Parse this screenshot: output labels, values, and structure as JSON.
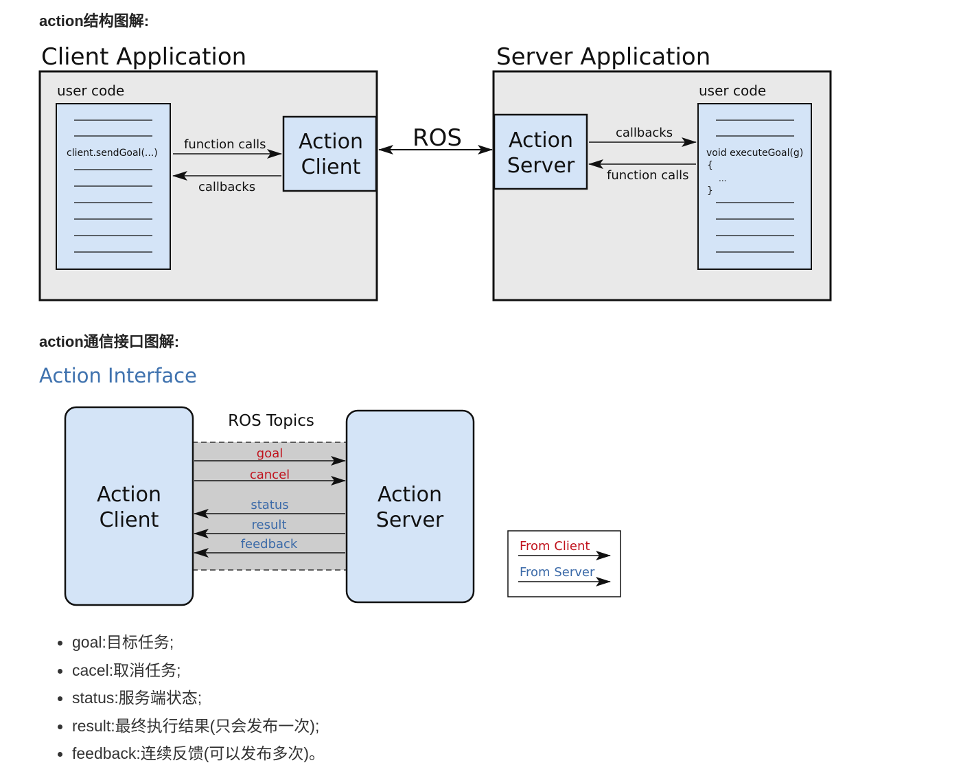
{
  "headings": {
    "structure": "action结构图解:",
    "interface": "action通信接口图解:"
  },
  "structure_diagram": {
    "client_app": {
      "title": "Client Application",
      "user_code_label": "user code",
      "code_line": "client.sendGoal(...)",
      "box_line1": "Action",
      "box_line2": "Client",
      "arrow_top": "function calls",
      "arrow_bottom": "callbacks"
    },
    "link_label": "ROS",
    "server_app": {
      "title": "Server Application",
      "user_code_label": "user code",
      "code_line1": "void executeGoal(g)",
      "code_line2": "{",
      "code_line3": "...",
      "code_line4": "}",
      "box_line1": "Action",
      "box_line2": "Server",
      "arrow_top": "callbacks",
      "arrow_bottom": "function calls"
    }
  },
  "interface_diagram": {
    "title": "Action Interface",
    "topics_label": "ROS Topics",
    "client_line1": "Action",
    "client_line2": "Client",
    "server_line1": "Action",
    "server_line2": "Server",
    "topics": {
      "goal": "goal",
      "cancel": "cancel",
      "status": "status",
      "result": "result",
      "feedback": "feedback"
    },
    "legend": {
      "from_client": "From Client",
      "from_server": "From Server"
    },
    "colors": {
      "from_client": "#c0121c",
      "from_server": "#3b6aa8",
      "title": "#3f72ae"
    }
  },
  "bullets": [
    "goal:目标任务;",
    "cacel:取消任务;",
    "status:服务端状态;",
    "result:最终执行结果(只会发布一次);",
    "feedback:连续反馈(可以发布多次)。"
  ]
}
